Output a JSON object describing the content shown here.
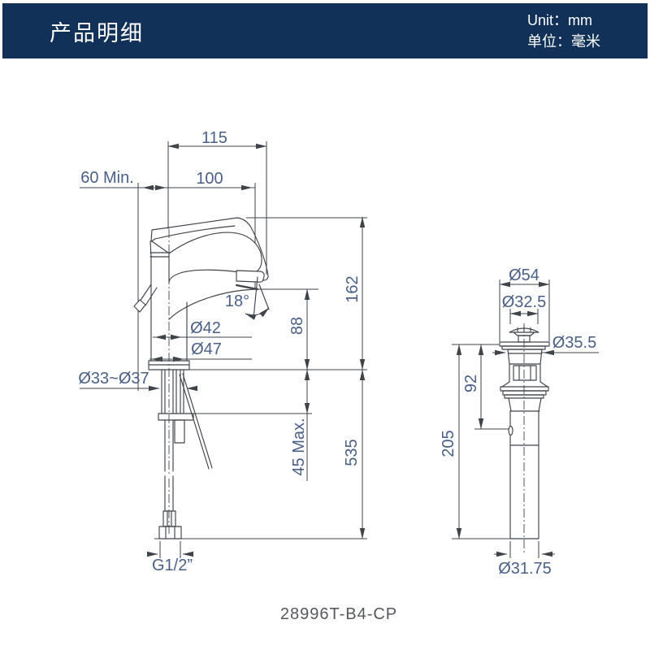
{
  "header": {
    "title": "产品明细",
    "unit_line1": "Unit：mm",
    "unit_line2": "单位：毫米"
  },
  "model_number": "28996T-B4-CP",
  "colors": {
    "header_bg": "#123158",
    "drawing_line": "#3f444a",
    "dimension_text": "#4a5f87",
    "model_text": "#55595e"
  },
  "faucet_dims": {
    "overall_reach": "115",
    "spout_reach": "100",
    "wall_clearance": "60 Min.",
    "height_above_deck": "162",
    "outlet_height": "88",
    "outlet_angle": "18°",
    "body_diameter": "Ø42",
    "base_diameter": "Ø47",
    "hole_diameter": "Ø33~Ø37",
    "deck_thickness": "45 Max.",
    "supply_length": "535",
    "thread": "G1/2”"
  },
  "drain_dims": {
    "flange_diameter": "Ø54",
    "cap_diameter": "Ø32.5",
    "body_diameter": "Ø35.5",
    "overflow_depth": "92",
    "total_length": "205",
    "tube_diameter": "Ø31.75"
  }
}
